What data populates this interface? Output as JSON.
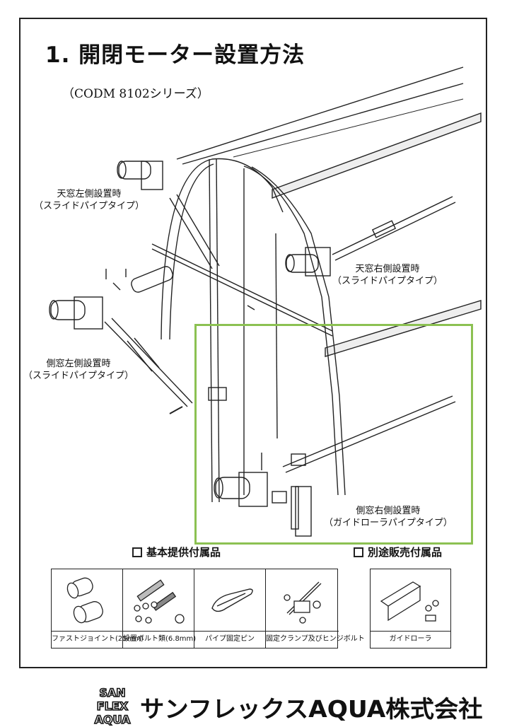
{
  "title": "1. 開閉モーター設置方法",
  "subtitle": "（CODM 8102シリーズ）",
  "callouts": {
    "roof_left": {
      "line1": "天窓左側設置時",
      "line2": "（スライドパイプタイプ）"
    },
    "roof_right": {
      "line1": "天窓右側設置時",
      "line2": "（スライドパイプタイプ）"
    },
    "side_left": {
      "line1": "側窓左側設置時",
      "line2": "（スライドパイプタイプ）"
    },
    "side_right": {
      "line1": "側窓右側設置時",
      "line2": "（ガイドローラパイプタイプ）"
    }
  },
  "sections": {
    "standard": "基本提供付属品",
    "optional": "別途販売付属品"
  },
  "standard_accessories": [
    {
      "icon": "fast-joint-icon",
      "caption": "ファストジョイント(25mm)"
    },
    {
      "icon": "bolt-set-icon",
      "caption": "設置ボルト類(6.8mm)"
    },
    {
      "icon": "pipe-pin-icon",
      "caption": "パイプ固定ピン"
    },
    {
      "icon": "clamp-bolt-icon",
      "caption": "固定クランプ及びヒンジボルト"
    }
  ],
  "optional_accessories": [
    {
      "icon": "guide-roller-icon",
      "caption": "ガイドローラ"
    }
  ],
  "footer": {
    "logo_lines": [
      "SAN",
      "FLEX",
      "AQUA"
    ],
    "company": "サンフレックスAQUA株式会社"
  },
  "colors": {
    "highlight": "#8cc152",
    "ink": "#111111"
  }
}
